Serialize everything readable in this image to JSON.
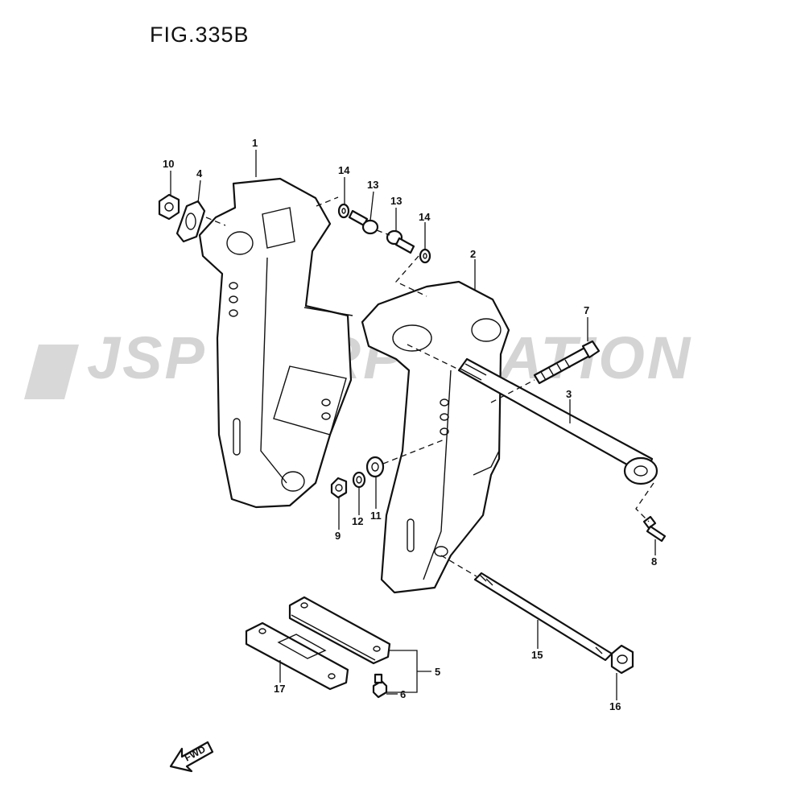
{
  "figure": {
    "title": "FIG.335B"
  },
  "watermark": {
    "text": "JSP CORPORATION"
  },
  "fwd_label": "FWD",
  "callouts": {
    "c1": "1",
    "c2": "2",
    "c3": "3",
    "c4": "4",
    "c5": "5",
    "c6": "6",
    "c7": "7",
    "c8": "8",
    "c9": "9",
    "c10": "10",
    "c11": "11",
    "c12": "12",
    "c13a": "13",
    "c13b": "13",
    "c14a": "14",
    "c14b": "14",
    "c15": "15",
    "c16": "16",
    "c17": "17"
  }
}
